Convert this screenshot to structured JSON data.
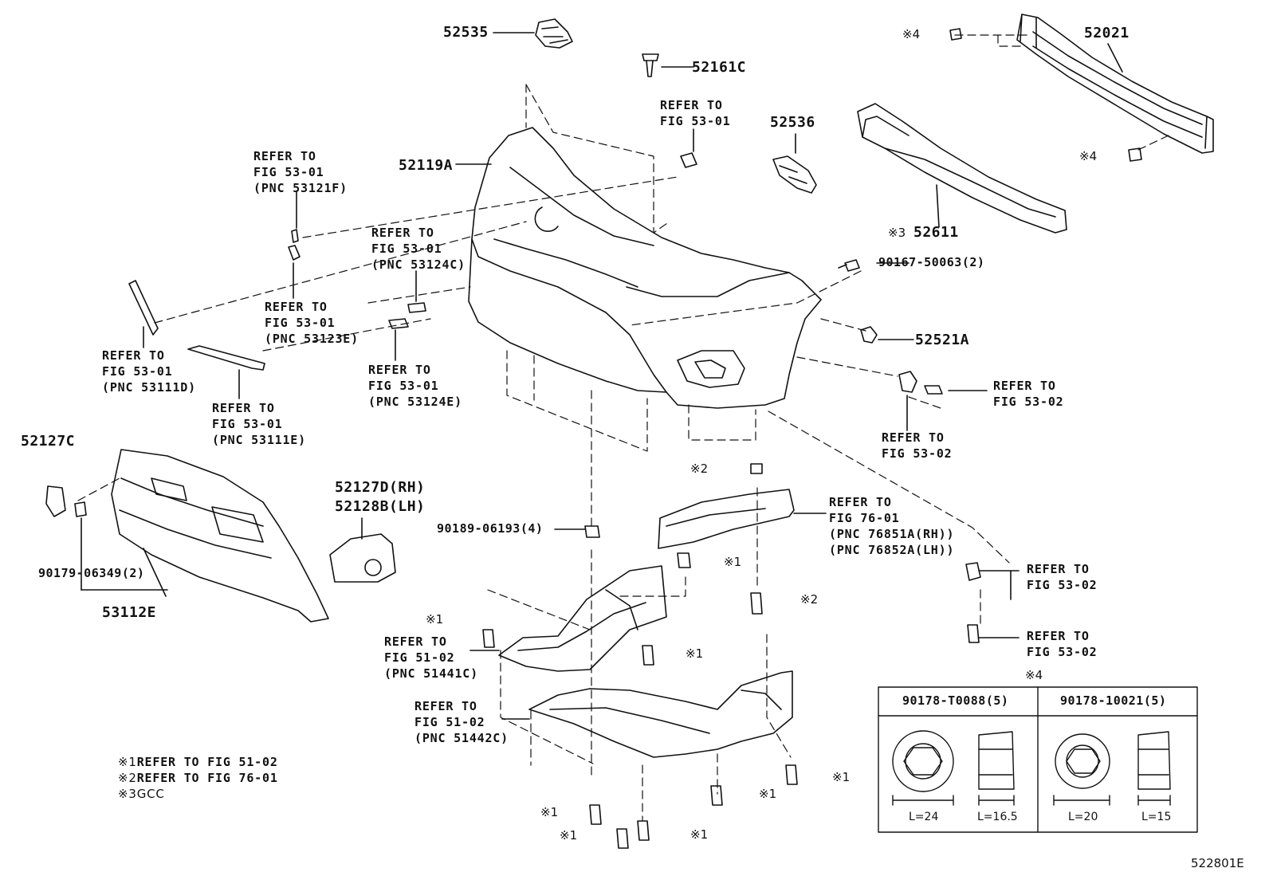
{
  "parts": {
    "p52535": "52535",
    "p52161c": "52161C",
    "p52021": "52021",
    "p52536": "52536",
    "p52119a": "52119A",
    "p52611": "52611",
    "p52611_mark": "※3",
    "p90167": "90167-50063(2)",
    "p52521a": "52521A",
    "p52127c": "52127C",
    "p52127d": "52127D(RH)",
    "p52128b": "52128B(LH)",
    "p90189": "90189-06193(4)",
    "p90179": "90179-06349(2)",
    "p53112e": "53112E"
  },
  "marks": {
    "m4": "※4",
    "m1": "※1",
    "m2": "※2"
  },
  "refs": {
    "r_53121f": [
      "REFER TO",
      "FIG 53-01",
      "(PNC 53121F)"
    ],
    "r_52161c": [
      "REFER TO",
      "FIG 53-01"
    ],
    "r_53124c": [
      "REFER TO",
      "FIG 53-01",
      "(PNC 53124C)"
    ],
    "r_53123e": [
      "REFER TO",
      "FIG 53-01",
      "(PNC 53123E)"
    ],
    "r_53111d": [
      "REFER TO",
      "FIG 53-01",
      "(PNC 53111D)"
    ],
    "r_53124e": [
      "REFER TO",
      "FIG 53-01",
      "(PNC 53124E)"
    ],
    "r_53111e": [
      "REFER TO",
      "FIG 53-01",
      "(PNC 53111E)"
    ],
    "r_5302a": [
      "REFER TO",
      "FIG 53-02"
    ],
    "r_5302b": [
      "REFER TO",
      "FIG 53-02"
    ],
    "r_7601": [
      "REFER TO",
      "FIG 76-01",
      "(PNC 76851A(RH))",
      "(PNC 76852A(LH))"
    ],
    "r_5302c": [
      "REFER TO",
      "FIG 53-02"
    ],
    "r_5302d": [
      "REFER TO",
      "FIG 53-02"
    ],
    "r_51441c": [
      "REFER TO",
      "FIG 51-02",
      "(PNC 51441C)"
    ],
    "r_51442c": [
      "REFER TO",
      "FIG 51-02",
      "(PNC 51442C)"
    ]
  },
  "notes": {
    "n1_mark": "※1",
    "n1_text": "REFER TO FIG 51-02",
    "n2_mark": "※2",
    "n2_text": "REFER TO FIG 76-01",
    "n3_mark": "※3",
    "n3_text": "GCC"
  },
  "nut_table": {
    "mark": "※4",
    "col1": "90178-T0088(5)",
    "col2": "90178-10021(5)",
    "dims": [
      "L=24",
      "L=16.5",
      "L=20",
      "L=15"
    ]
  },
  "figure_id": "522801E"
}
